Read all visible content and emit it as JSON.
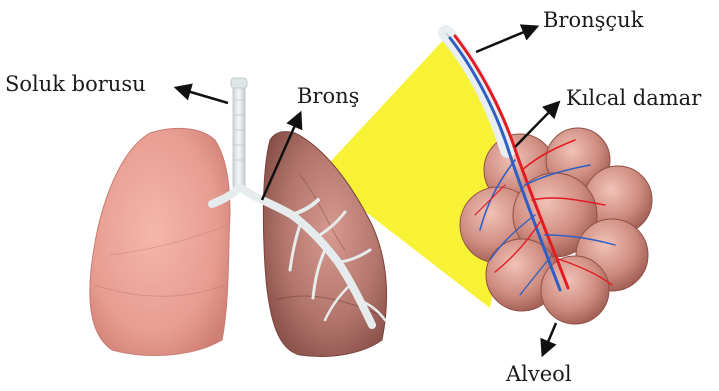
{
  "labels": {
    "trachea": "Soluk borusu",
    "bronchus": "Bronş",
    "bronchiole": "Bronşçuk",
    "capillary": "Kılcal damar",
    "alveolus": "Alveol"
  },
  "colors": {
    "lung_left": "#eba297",
    "lung_right_dark": "#8e5048",
    "zoom_wedge": "#f7f236",
    "alveolus": "#c98379",
    "artery": "#e31b23",
    "vein": "#2f5fc4",
    "airway": "#e9eef0"
  }
}
